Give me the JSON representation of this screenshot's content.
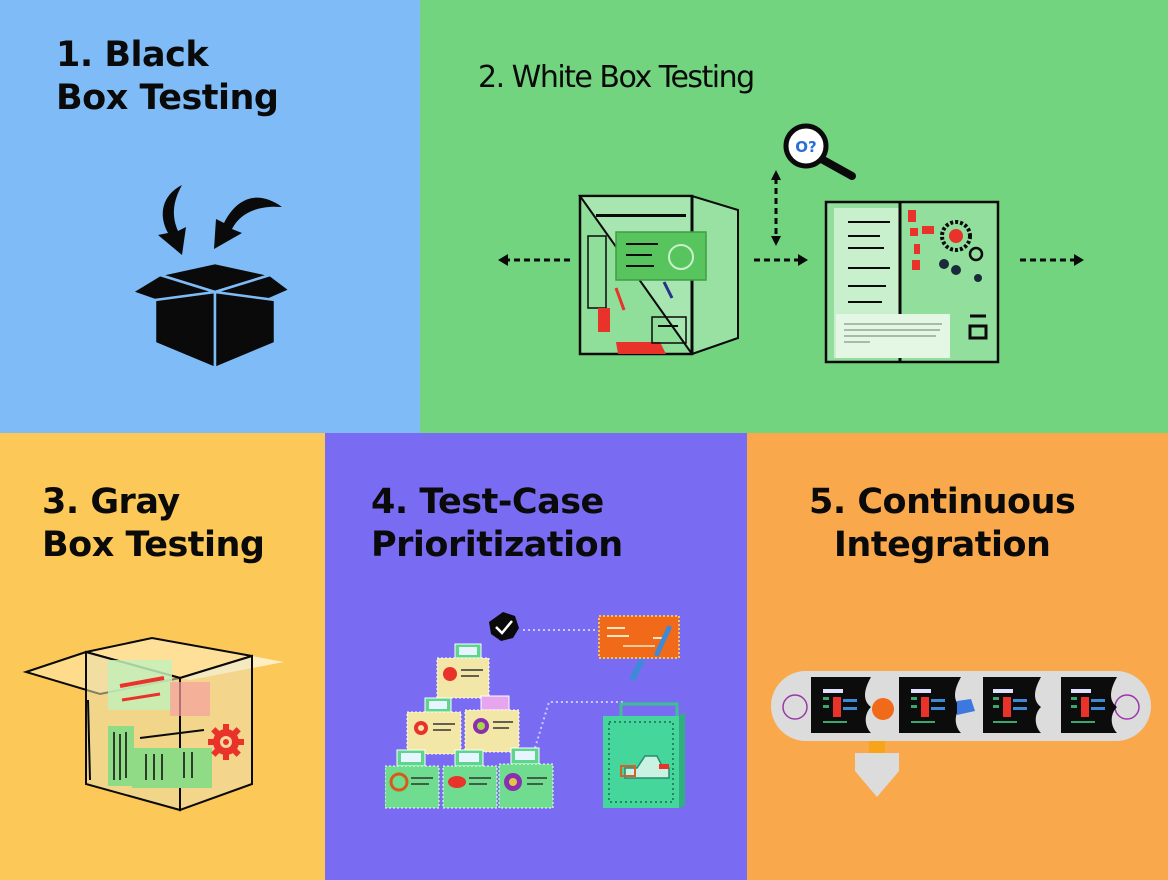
{
  "panels": [
    {
      "id": "black-box",
      "title_lines": [
        "1. Black",
        "Box Testing"
      ],
      "background": "#7fbcf7",
      "illustration": "open-box-with-inward-arrows"
    },
    {
      "id": "white-box",
      "title_lines": [
        "2. White Box Testing"
      ],
      "background": "#72d47f",
      "illustration": "transparent-boxes-with-magnifier",
      "magnifier_text": "O?"
    },
    {
      "id": "gray-box",
      "title_lines": [
        "3. Gray",
        "Box Testing"
      ],
      "background": "#fcc857",
      "illustration": "semi-transparent-box-with-gear"
    },
    {
      "id": "test-case-prioritization",
      "title_lines": [
        "4. Test-Case",
        "Prioritization"
      ],
      "background": "#7a6cf2",
      "illustration": "pyramid-of-test-cards-with-checkmark"
    },
    {
      "id": "continuous-integration",
      "title_lines": [
        "5. Continuous",
        "Integration"
      ],
      "background": "#f9a94b",
      "illustration": "pipeline-of-code-screens-with-down-arrow"
    }
  ],
  "colors": {
    "ink": "#0a0a0a",
    "accent_red": "#e8322a",
    "accent_orange": "#f06a1a",
    "card_yellow": "#f3e7a8",
    "card_green": "#6fdc8f",
    "pipeline_gray": "#dcdcdc",
    "screen_dark": "#0c0c0c",
    "magnifier_blue": "#2a6fd6"
  }
}
